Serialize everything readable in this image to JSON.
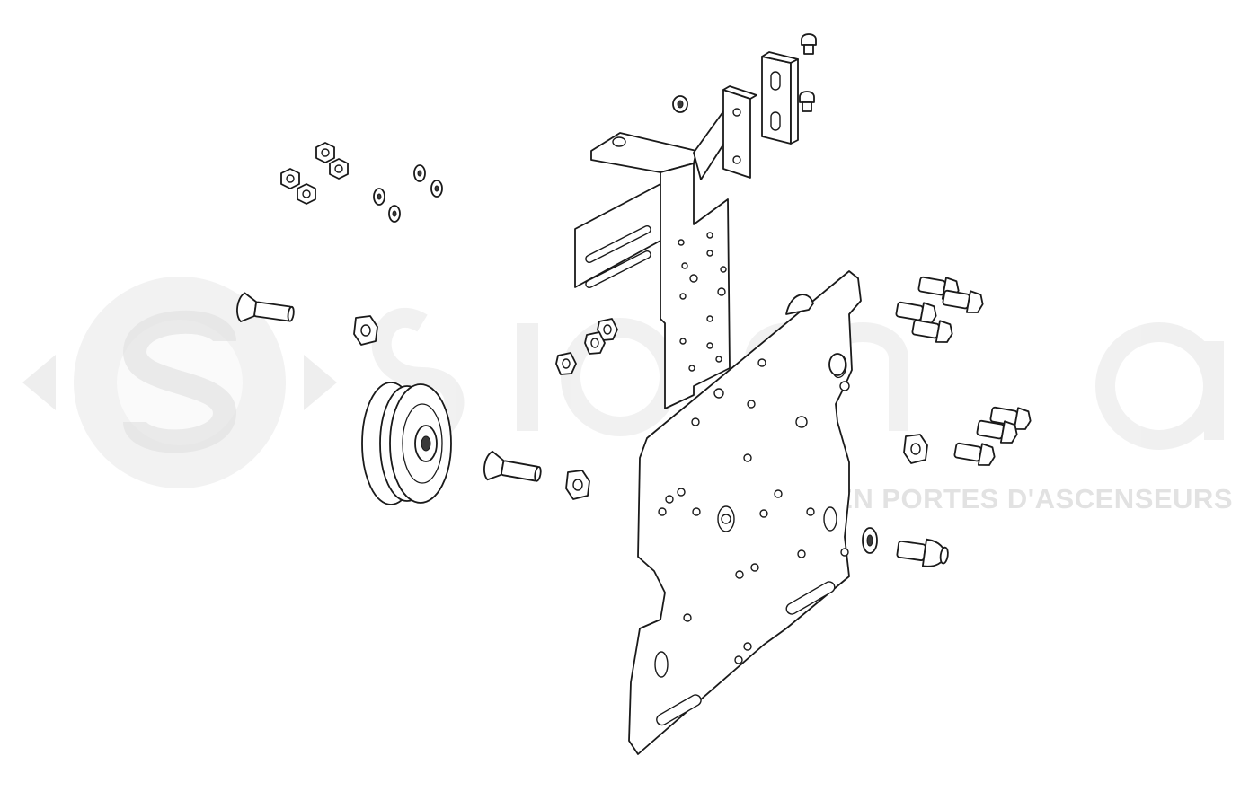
{
  "watermark": {
    "tagline": "EXPERT EN PORTES D'ASCENSEURS",
    "color": "#e4e4e4"
  },
  "drawing": {
    "line_color": "#1a1a1a",
    "background": "#ffffff",
    "parts": [
      "support-bracket",
      "vertical-plate",
      "hanger-plate",
      "v-groove-roller",
      "countersunk-screw",
      "hex-nut",
      "hex-flange-nut",
      "washer",
      "hex-bolt",
      "button-head-screw",
      "mounting-tab",
      "tab-screw"
    ]
  }
}
